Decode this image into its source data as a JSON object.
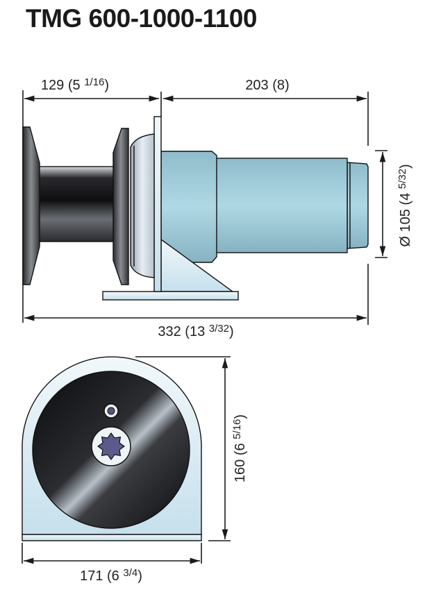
{
  "title": "TMG 600-1000-1100",
  "side_view": {
    "dim_spool_length": {
      "main": "129 (5 ",
      "frac": "1/16",
      "close": ")"
    },
    "dim_motor_length": {
      "main": "203 (8)"
    },
    "dim_total_length": {
      "main": "332 (13 ",
      "frac": "3/32",
      "close": ")"
    },
    "dim_motor_diameter": {
      "main": "Ø 105 (4 ",
      "frac": "5/32",
      "close": ")"
    }
  },
  "front_view": {
    "dim_height": {
      "main": "160 (6 ",
      "frac": "5/16",
      "close": ")"
    },
    "dim_width": {
      "main": "171 (6 ",
      "frac": "3/4",
      "close": ")"
    }
  },
  "colors": {
    "motor": "#a9d3e0",
    "bracket": "#dceef6",
    "drum": "#1c1c1e",
    "hub_star": "#5a5a8c"
  }
}
